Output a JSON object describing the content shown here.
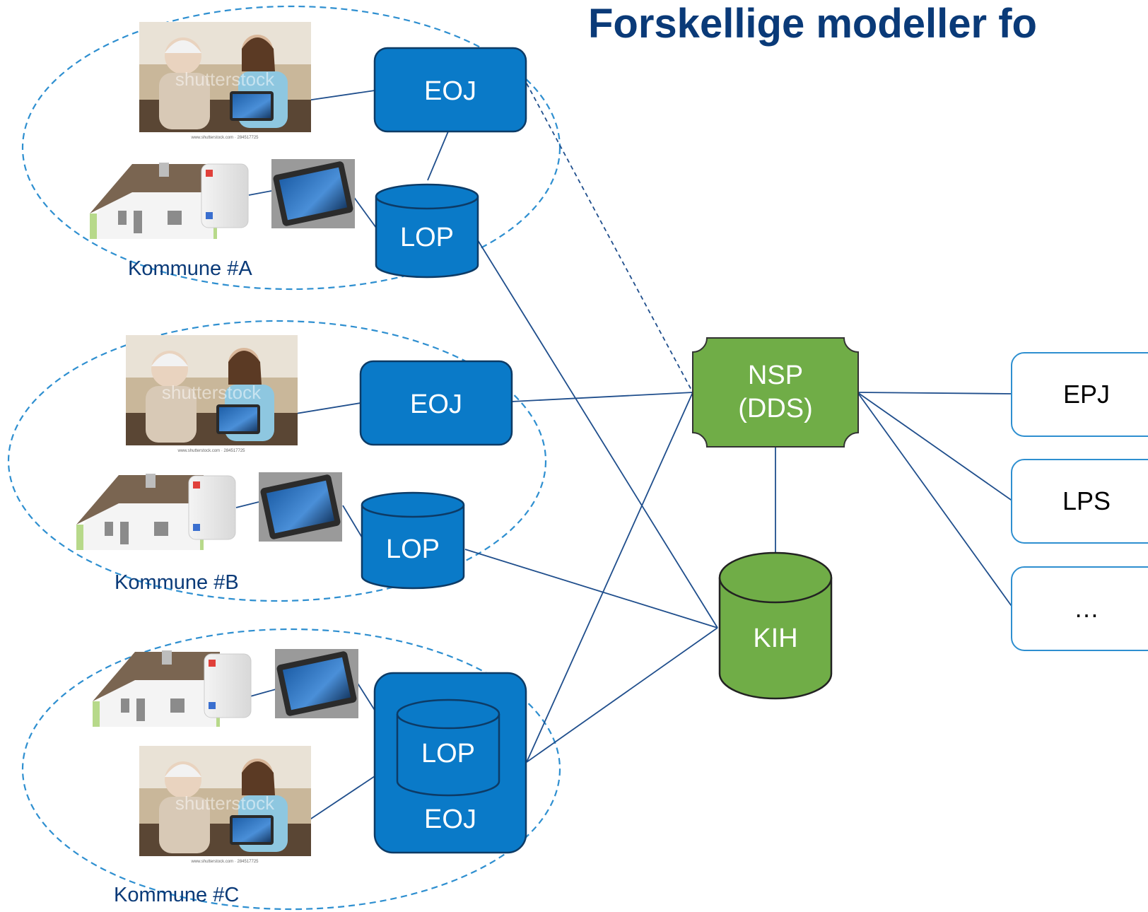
{
  "title": "Forskellige modeller fo",
  "municipalities": [
    {
      "label": "Kommune #A"
    },
    {
      "label": "Kommune #B"
    },
    {
      "label": "Kommune #C"
    }
  ],
  "nodes": {
    "eoj_a": "EOJ",
    "lop_a": "LOP",
    "eoj_b": "EOJ",
    "lop_b": "LOP",
    "lop_c": "LOP",
    "eoj_c": "EOJ",
    "nsp_line1": "NSP",
    "nsp_line2": "(DDS)",
    "kih": "KIH",
    "epj": "EPJ",
    "lps": "LPS",
    "more": "…"
  },
  "photo_watermark": {
    "brand": "shutterstock",
    "caption": "www.shutterstock.com · 284517725"
  },
  "colors": {
    "blue_node": "#0a7ac8",
    "green_node": "#70ad47",
    "title": "#0a3a78",
    "line": "#1f4e8c",
    "dashed": "#2e8fd0"
  }
}
